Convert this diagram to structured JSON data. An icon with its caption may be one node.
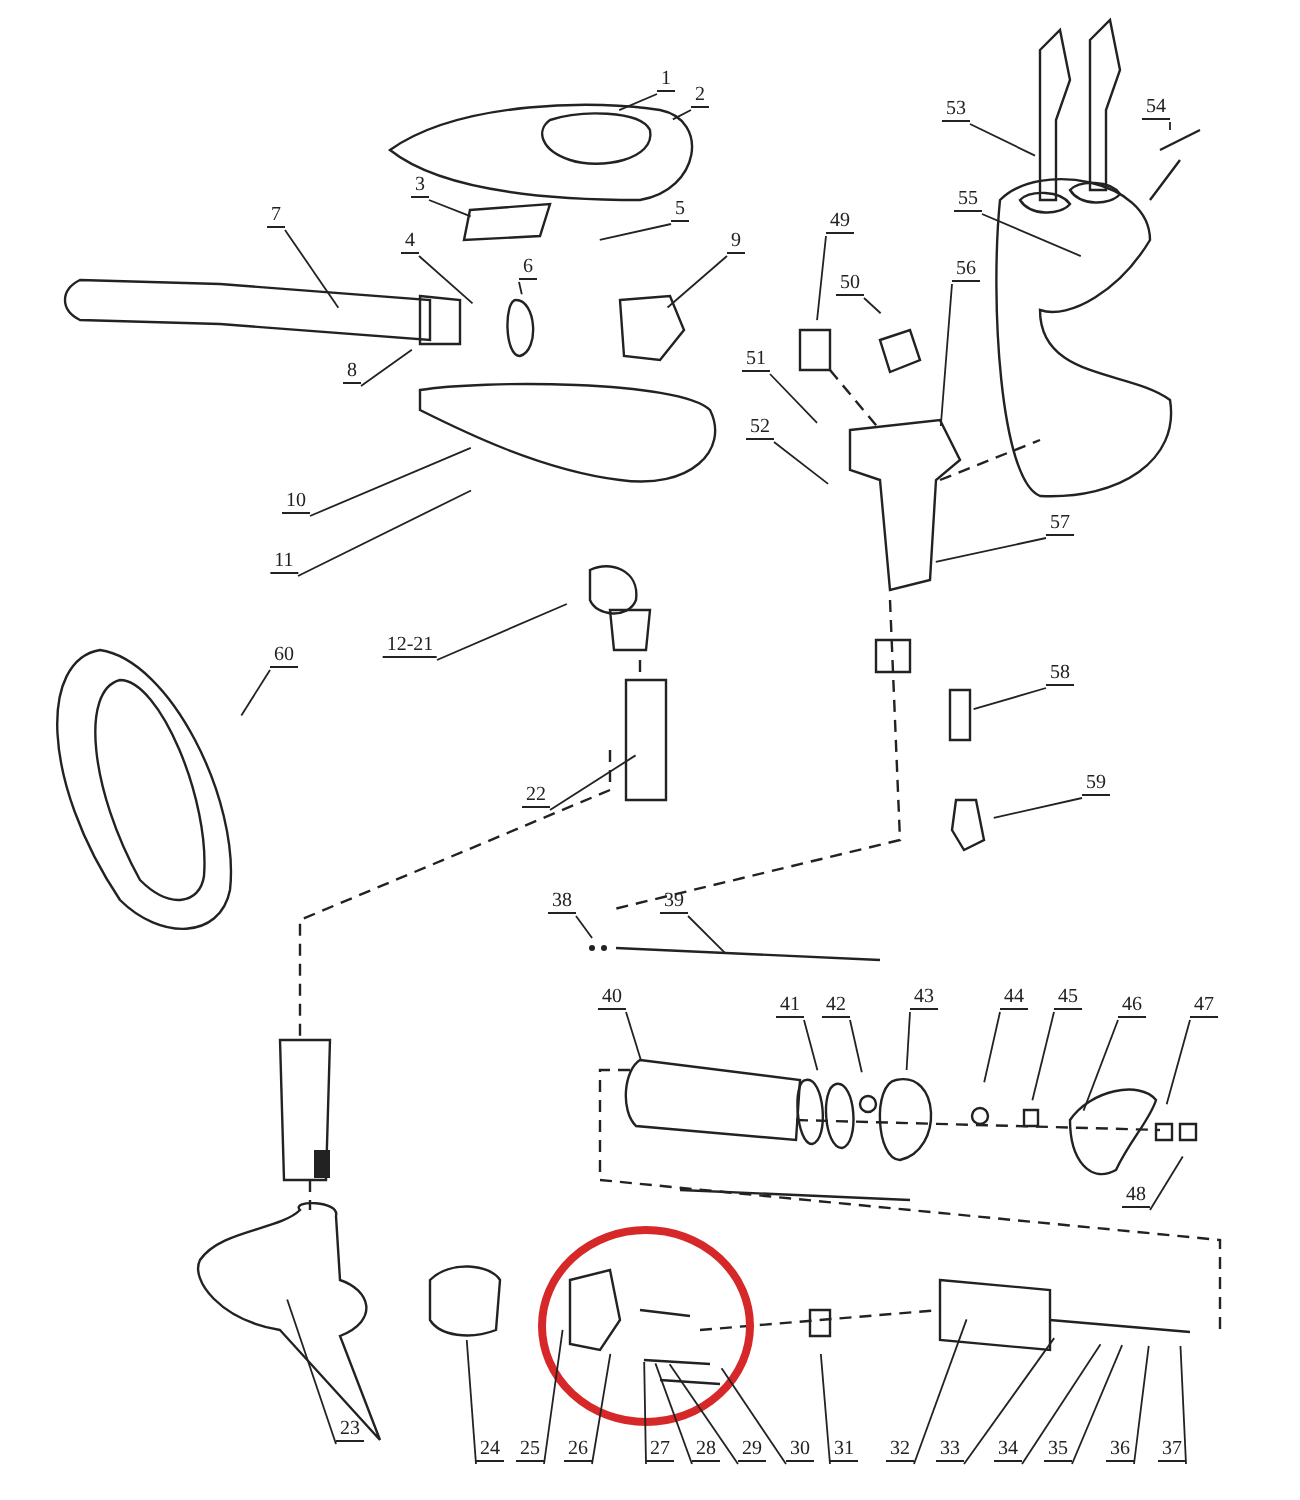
{
  "diagram": {
    "nodes": [
      {
        "text": [
          "1"
        ]
      },
      {
        "text": [
          "2"
        ]
      },
      {
        "text": [
          "3"
        ]
      },
      {
        "text": [
          "4"
        ]
      },
      {
        "text": [
          "5"
        ]
      },
      {
        "text": [
          "6"
        ]
      },
      {
        "text": [
          "7"
        ]
      },
      {
        "text": [
          "8"
        ]
      },
      {
        "text": [
          "9"
        ]
      },
      {
        "text": [
          "10"
        ]
      },
      {
        "text": [
          "11"
        ]
      },
      {
        "text": [
          "12-21"
        ]
      },
      {
        "text": [
          "22"
        ]
      },
      {
        "text": [
          "23"
        ]
      },
      {
        "text": [
          "24"
        ]
      },
      {
        "text": [
          "25"
        ]
      },
      {
        "text": [
          "26"
        ]
      },
      {
        "text": [
          "27"
        ]
      },
      {
        "text": [
          "28"
        ]
      },
      {
        "text": [
          "29"
        ]
      },
      {
        "text": [
          "30"
        ]
      },
      {
        "text": [
          "31"
        ]
      },
      {
        "text": [
          "32"
        ]
      },
      {
        "text": [
          "33"
        ]
      },
      {
        "text": [
          "34"
        ]
      },
      {
        "text": [
          "35"
        ]
      },
      {
        "text": [
          "36"
        ]
      },
      {
        "text": [
          "37"
        ]
      },
      {
        "text": [
          "38"
        ]
      },
      {
        "text": [
          "39"
        ]
      },
      {
        "text": [
          "40"
        ]
      },
      {
        "text": [
          "41"
        ]
      },
      {
        "text": [
          "42"
        ]
      },
      {
        "text": [
          "43"
        ]
      },
      {
        "text": [
          "44"
        ]
      },
      {
        "text": [
          "45"
        ]
      },
      {
        "text": [
          "46"
        ]
      },
      {
        "text": [
          "47"
        ]
      },
      {
        "text": [
          "48"
        ]
      },
      {
        "text": [
          "49"
        ]
      },
      {
        "text": [
          "50"
        ]
      },
      {
        "text": [
          "51"
        ]
      },
      {
        "text": [
          "52"
        ]
      },
      {
        "text": [
          "53"
        ]
      },
      {
        "text": [
          "54"
        ]
      },
      {
        "text": [
          "55"
        ]
      },
      {
        "text": [
          "56"
        ]
      },
      {
        "text": [
          "57"
        ]
      },
      {
        "text": [
          "58"
        ]
      },
      {
        "text": [
          "59"
        ]
      },
      {
        "text": [
          "60"
        ]
      }
    ],
    "edges": [
      {
        "from": 0,
        "to": null,
        "arrow": "none"
      },
      {
        "from": 1,
        "to": null,
        "arrow": "none"
      },
      {
        "from": 2,
        "to": null,
        "arrow": "none"
      },
      {
        "from": 3,
        "to": null,
        "arrow": "none"
      },
      {
        "from": 4,
        "to": null,
        "arrow": "none"
      },
      {
        "from": 5,
        "to": null,
        "arrow": "none"
      },
      {
        "from": 6,
        "to": null,
        "arrow": "none"
      },
      {
        "from": 7,
        "to": null,
        "arrow": "none"
      },
      {
        "from": 8,
        "to": null,
        "arrow": "none"
      },
      {
        "from": 9,
        "to": null,
        "arrow": "none"
      },
      {
        "from": 10,
        "to": null,
        "arrow": "none"
      },
      {
        "from": 11,
        "to": null,
        "arrow": "none"
      },
      {
        "from": 12,
        "to": null,
        "arrow": "none"
      },
      {
        "from": 13,
        "to": null,
        "arrow": "none"
      },
      {
        "from": 14,
        "to": null,
        "arrow": "none"
      },
      {
        "from": 15,
        "to": null,
        "arrow": "none"
      },
      {
        "from": 16,
        "to": null,
        "arrow": "none"
      },
      {
        "from": 17,
        "to": null,
        "arrow": "none"
      },
      {
        "from": 18,
        "to": null,
        "arrow": "none"
      },
      {
        "from": 19,
        "to": null,
        "arrow": "none"
      },
      {
        "from": 20,
        "to": null,
        "arrow": "none"
      },
      {
        "from": 21,
        "to": null,
        "arrow": "none"
      },
      {
        "from": 22,
        "to": null,
        "arrow": "none"
      },
      {
        "from": 23,
        "to": null,
        "arrow": "none"
      },
      {
        "from": 24,
        "to": null,
        "arrow": "none"
      },
      {
        "from": 25,
        "to": null,
        "arrow": "none"
      },
      {
        "from": 26,
        "to": null,
        "arrow": "none"
      },
      {
        "from": 27,
        "to": null,
        "arrow": "none"
      },
      {
        "from": 28,
        "to": null,
        "arrow": "none"
      },
      {
        "from": 29,
        "to": null,
        "arrow": "none"
      },
      {
        "from": 30,
        "to": null,
        "arrow": "none"
      },
      {
        "from": 31,
        "to": null,
        "arrow": "none"
      },
      {
        "from": 32,
        "to": null,
        "arrow": "none"
      },
      {
        "from": 33,
        "to": null,
        "arrow": "none"
      },
      {
        "from": 34,
        "to": null,
        "arrow": "none"
      },
      {
        "from": 35,
        "to": null,
        "arrow": "none"
      },
      {
        "from": 36,
        "to": null,
        "arrow": "none"
      },
      {
        "from": 37,
        "to": null,
        "arrow": "none"
      },
      {
        "from": 38,
        "to": null,
        "arrow": "none"
      },
      {
        "from": 39,
        "to": null,
        "arrow": "none"
      },
      {
        "from": 40,
        "to": null,
        "arrow": "none"
      },
      {
        "from": 41,
        "to": null,
        "arrow": "none"
      },
      {
        "from": 42,
        "to": null,
        "arrow": "none"
      },
      {
        "from": 43,
        "to": null,
        "arrow": "none"
      },
      {
        "from": 44,
        "to": null,
        "arrow": "none"
      },
      {
        "from": 45,
        "to": null,
        "arrow": "none"
      },
      {
        "from": 46,
        "to": null,
        "arrow": "none"
      },
      {
        "from": 47,
        "to": null,
        "arrow": "none"
      },
      {
        "from": 48,
        "to": null,
        "arrow": "none"
      },
      {
        "from": 49,
        "to": null,
        "arrow": "none"
      },
      {
        "from": 50,
        "to": null,
        "arrow": "none"
      }
    ]
  }
}
